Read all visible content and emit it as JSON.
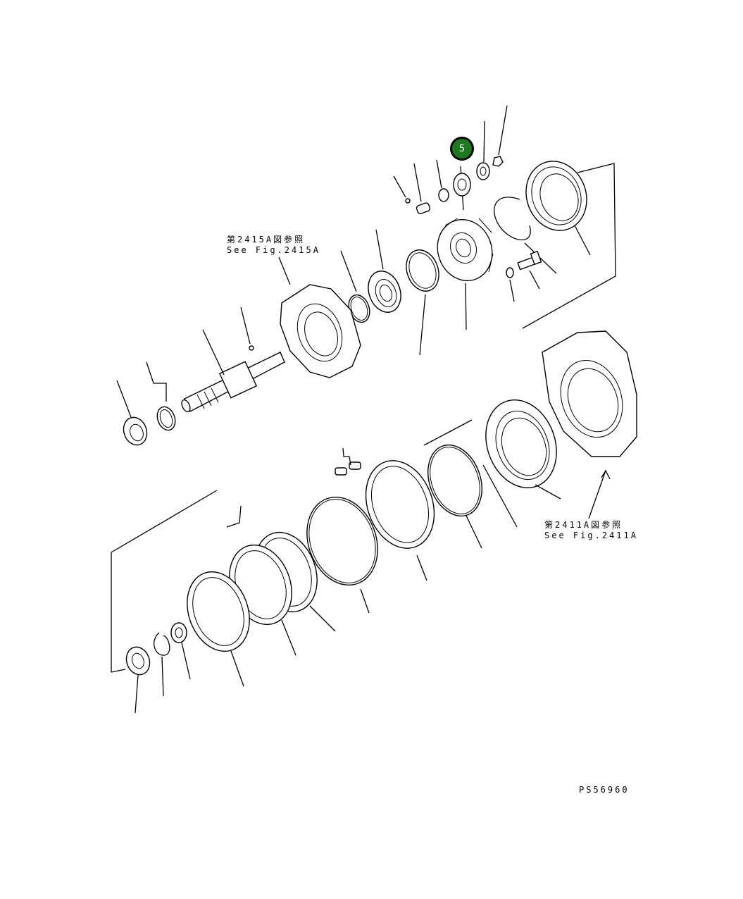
{
  "callouts": [
    {
      "label": "5"
    }
  ],
  "references": {
    "ref_2415a": {
      "jp": "第2415A図参照",
      "en": "See Fig.2415A"
    },
    "ref_2411a": {
      "jp": "第2411A図参照",
      "en": "See Fig.2411A"
    }
  },
  "drawing_code": "PS56960",
  "colors": {
    "callout_fill": "#1f7a1f",
    "line": "#000000"
  }
}
